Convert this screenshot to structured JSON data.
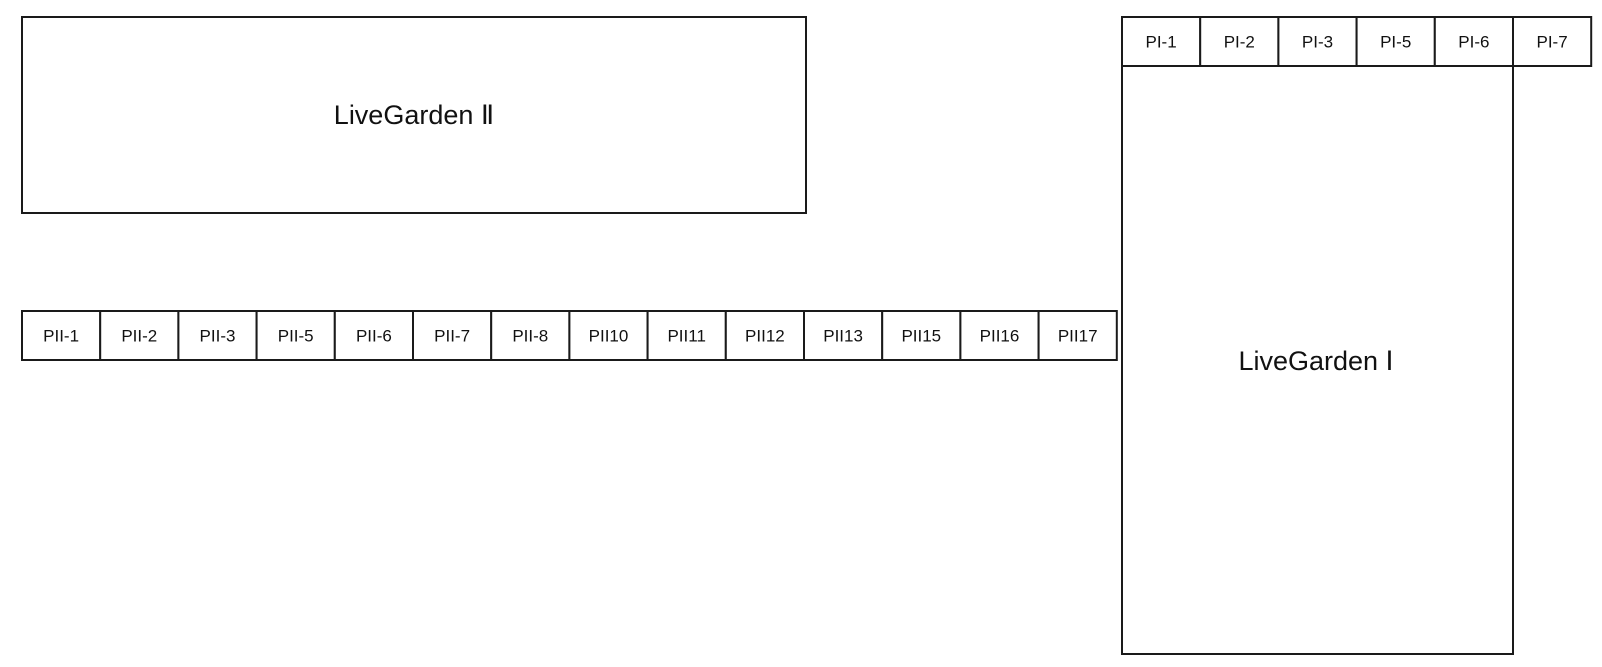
{
  "garden_ii": {
    "label": "LiveGarden Ⅱ"
  },
  "garden_i": {
    "label": "LiveGarden Ⅰ"
  },
  "pi_slots": [
    "PI-1",
    "PI-2",
    "PI-3",
    "PI-5",
    "PI-6",
    "PI-7"
  ],
  "pii_slots": [
    "PII-1",
    "PII-2",
    "PII-3",
    "PII-5",
    "PII-6",
    "PII-7",
    "PII-8",
    "PII10",
    "PII11",
    "PII12",
    "PII13",
    "PII15",
    "PII16",
    "PII17"
  ]
}
